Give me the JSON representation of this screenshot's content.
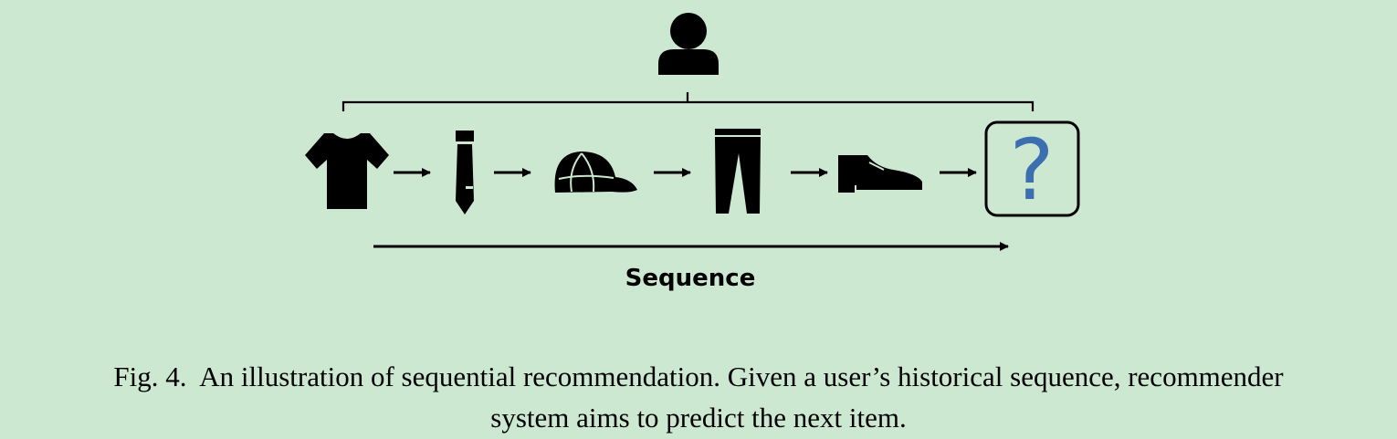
{
  "diagram": {
    "sequence_label": "Sequence",
    "unknown_item_symbol": "?",
    "user_icon": "user-icon",
    "items": [
      {
        "icon": "tshirt-icon"
      },
      {
        "icon": "tie-icon"
      },
      {
        "icon": "cap-icon"
      },
      {
        "icon": "pants-icon"
      },
      {
        "icon": "shoe-icon"
      }
    ],
    "colors": {
      "background": "#cce8d1",
      "question_mark": "#3c6fb0",
      "icons": "#000000"
    }
  },
  "caption": {
    "label": "Fig. 4.",
    "line1": "An illustration of sequential recommendation. Given a user’s historical sequence, recommender",
    "line2": "system aims to predict the next item."
  }
}
